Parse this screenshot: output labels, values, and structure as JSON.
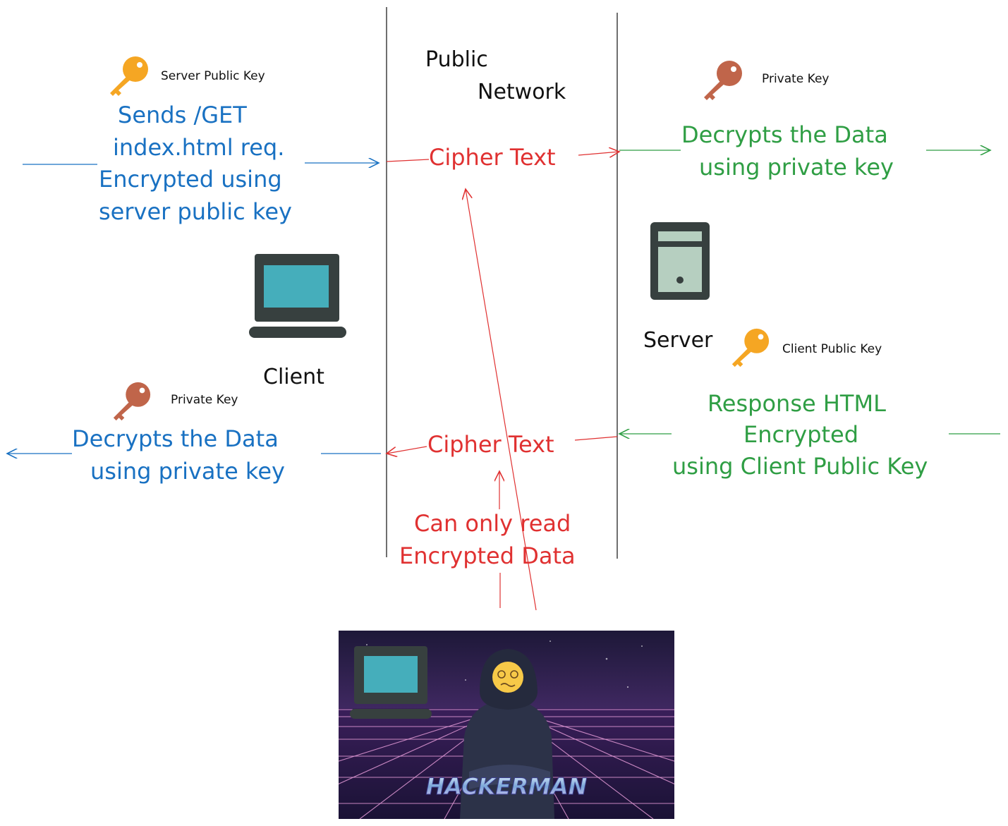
{
  "network": {
    "title_line1": "Public",
    "title_line2": "Network"
  },
  "client": {
    "label": "Client",
    "server_key_label": "Server Public Key",
    "request_lines": [
      "Sends /GET",
      "index.html req.",
      "Encrypted using",
      "server public key"
    ],
    "private_key_label": "Private Key",
    "decrypt_lines": [
      "Decrypts the Data",
      "using private key"
    ]
  },
  "server": {
    "label": "Server",
    "private_key_label": "Private Key",
    "decrypt_lines": [
      "Decrypts the Data",
      "using private key"
    ],
    "client_key_label": "Client Public Key",
    "response_lines": [
      "Response HTML",
      "Encrypted",
      "using Client Public Key"
    ]
  },
  "cipher": {
    "top": "Cipher Text",
    "bottom": "Cipher Text"
  },
  "attacker": {
    "note_lines": [
      "Can only read",
      "Encrypted Data"
    ],
    "banner": "HACKERMAN"
  },
  "colors": {
    "client_blue": "#1971c2",
    "server_green": "#2f9e44",
    "cipher_red": "#e03131",
    "key_yellow": "#f5a623",
    "key_rust": "#c0654a",
    "device_dark": "#37403f",
    "screen_teal": "#45aebb",
    "server_panel": "#b6cfc0"
  },
  "icons": [
    "key-icon",
    "laptop-icon",
    "server-icon",
    "hacker-image"
  ]
}
